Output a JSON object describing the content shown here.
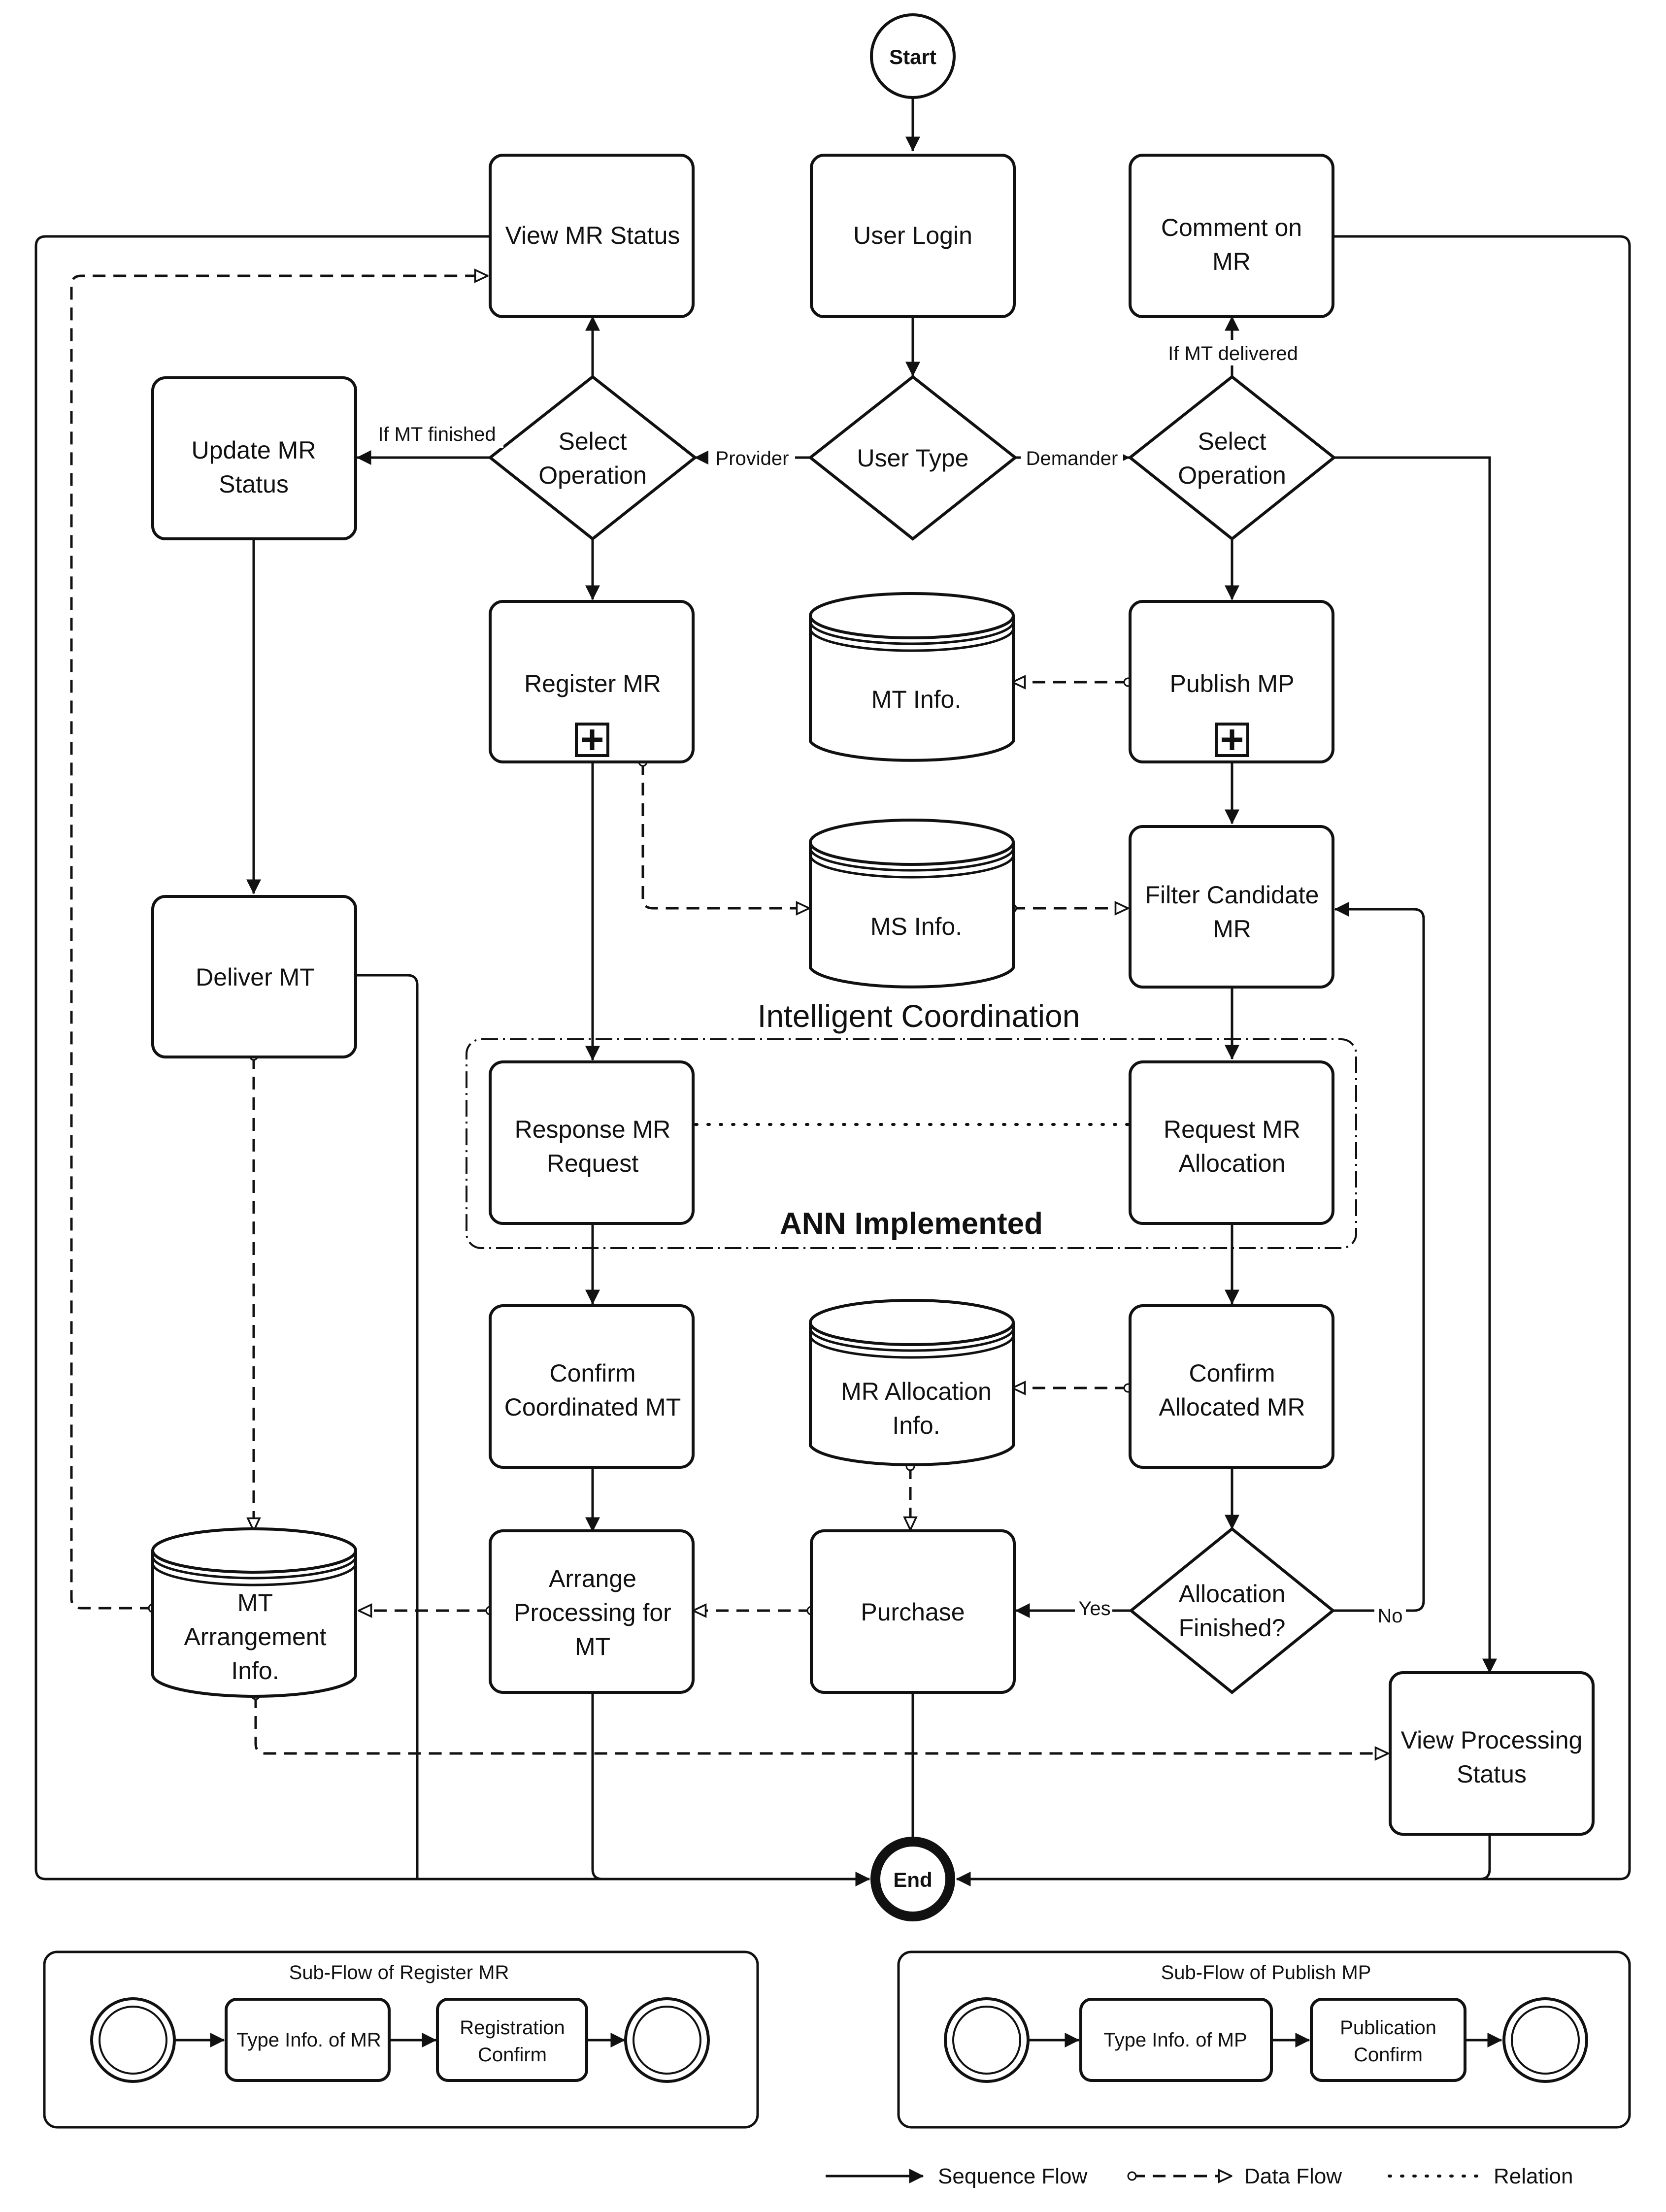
{
  "start": "Start",
  "end": "End",
  "tasks": {
    "view_mr_status": "View MR Status",
    "user_login": "User Login",
    "comment_on_mr": "Comment on MR",
    "update_mr_status": "Update MR Status",
    "register_mr": "Register MR",
    "publish_mp": "Publish MP",
    "filter_candidate_mr": "Filter Candidate MR",
    "deliver_mt": "Deliver MT",
    "response_mr_request": "Response MR Request",
    "request_mr_allocation": "Request MR Allocation",
    "confirm_coordinated_mt": "Confirm Coordinated MT",
    "confirm_allocated_mr": "Confirm Allocated MR",
    "arrange_processing_for_mt": "Arrange Processing for MT",
    "purchase": "Purchase",
    "view_processing_status": "View Processing Status"
  },
  "gateways": {
    "select_operation_left": "Select Operation",
    "user_type": "User Type",
    "select_operation_right": "Select Operation",
    "allocation_finished": "Allocation Finished?"
  },
  "data_stores": {
    "mt_info": "MT Info.",
    "ms_info": "MS Info.",
    "mr_allocation_info": "MR Allocation Info.",
    "mt_arrangement_info": "MT Arrangement Info."
  },
  "edge_labels": {
    "if_mt_finished": "If MT finished",
    "provider": "Provider",
    "demander": "Demander",
    "if_mt_delivered": "If MT delivered",
    "yes": "Yes",
    "no": "No"
  },
  "groups": {
    "intelligent_coordination": "Intelligent Coordination",
    "ann_implemented": "ANN Implemented"
  },
  "subflows": [
    {
      "title": "Sub-Flow of Register MR",
      "steps": [
        "Type Info. of MR",
        "Registration Confirm"
      ]
    },
    {
      "title": "Sub-Flow of Publish MP",
      "steps": [
        "Type Info. of MP",
        "Publication Confirm"
      ]
    }
  ],
  "legend": {
    "sequence_flow": "Sequence Flow",
    "data_flow": "Data Flow",
    "relation": "Relation"
  }
}
